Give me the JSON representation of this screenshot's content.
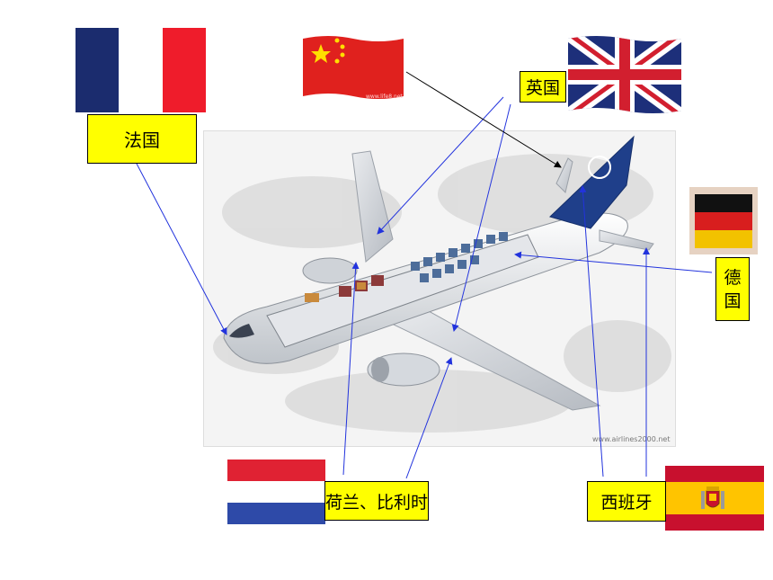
{
  "labels": {
    "france": "法国",
    "uk": "英国",
    "germany_1": "德",
    "germany_2": "国",
    "netherlands_belgium": "荷兰、比利时",
    "spain": "西班牙"
  },
  "watermarks": {
    "china_flag": "www.life8.net",
    "plane_photo": "www.airlines2000.net"
  },
  "colors": {
    "label_bg": "#ffff00",
    "leader_line": "#2233dd",
    "china_line": "#000000"
  }
}
